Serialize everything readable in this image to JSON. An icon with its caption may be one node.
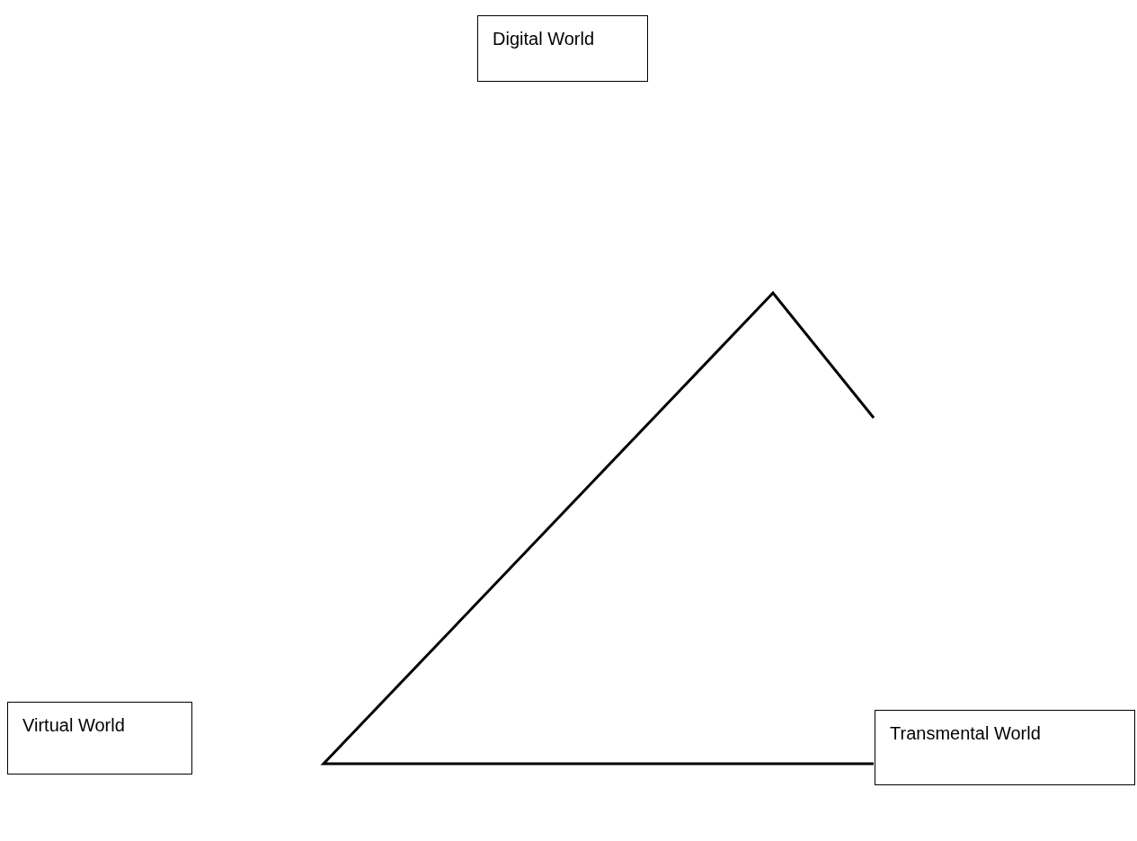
{
  "diagram": {
    "nodes": [
      {
        "text": [
          "Digital World"
        ]
      },
      {
        "text": [
          "Virtual World"
        ]
      },
      {
        "text": [
          "Transmental World"
        ]
      }
    ]
  }
}
